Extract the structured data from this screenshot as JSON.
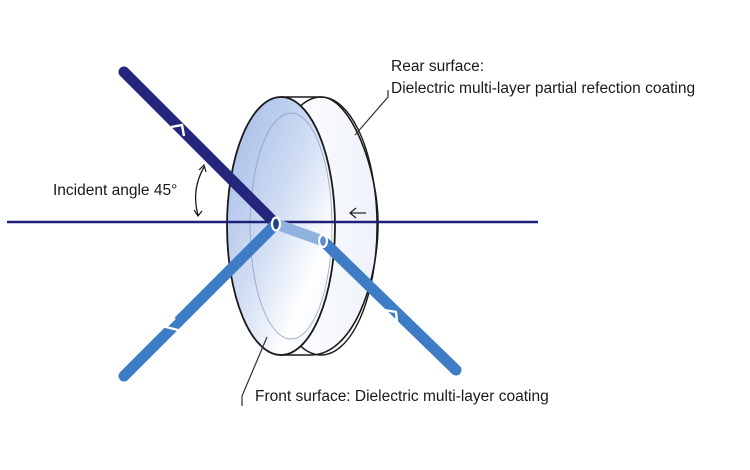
{
  "labels": {
    "rear_surface_line1": "Rear surface:",
    "rear_surface_line2": "Dielectric multi-layer partial refection coating",
    "incident_angle": "Incident angle 45°",
    "front_surface": "Front surface: Dielectric multi-layer coating"
  },
  "colors": {
    "incident_beam": "#25277d",
    "reflected_beam": "#3e7cc6",
    "inner_beam": "#8fb2de",
    "normal_line": "#1f1f7a",
    "lens_rim": "#1a1a1a",
    "lens_glass_light": "#ffffff",
    "lens_glass_dark": "#a4bde8",
    "leader_line": "#333333"
  },
  "icons": {
    "beam_direction": "chevron-arrow-icon",
    "incidence_point": "circle-marker-icon"
  }
}
